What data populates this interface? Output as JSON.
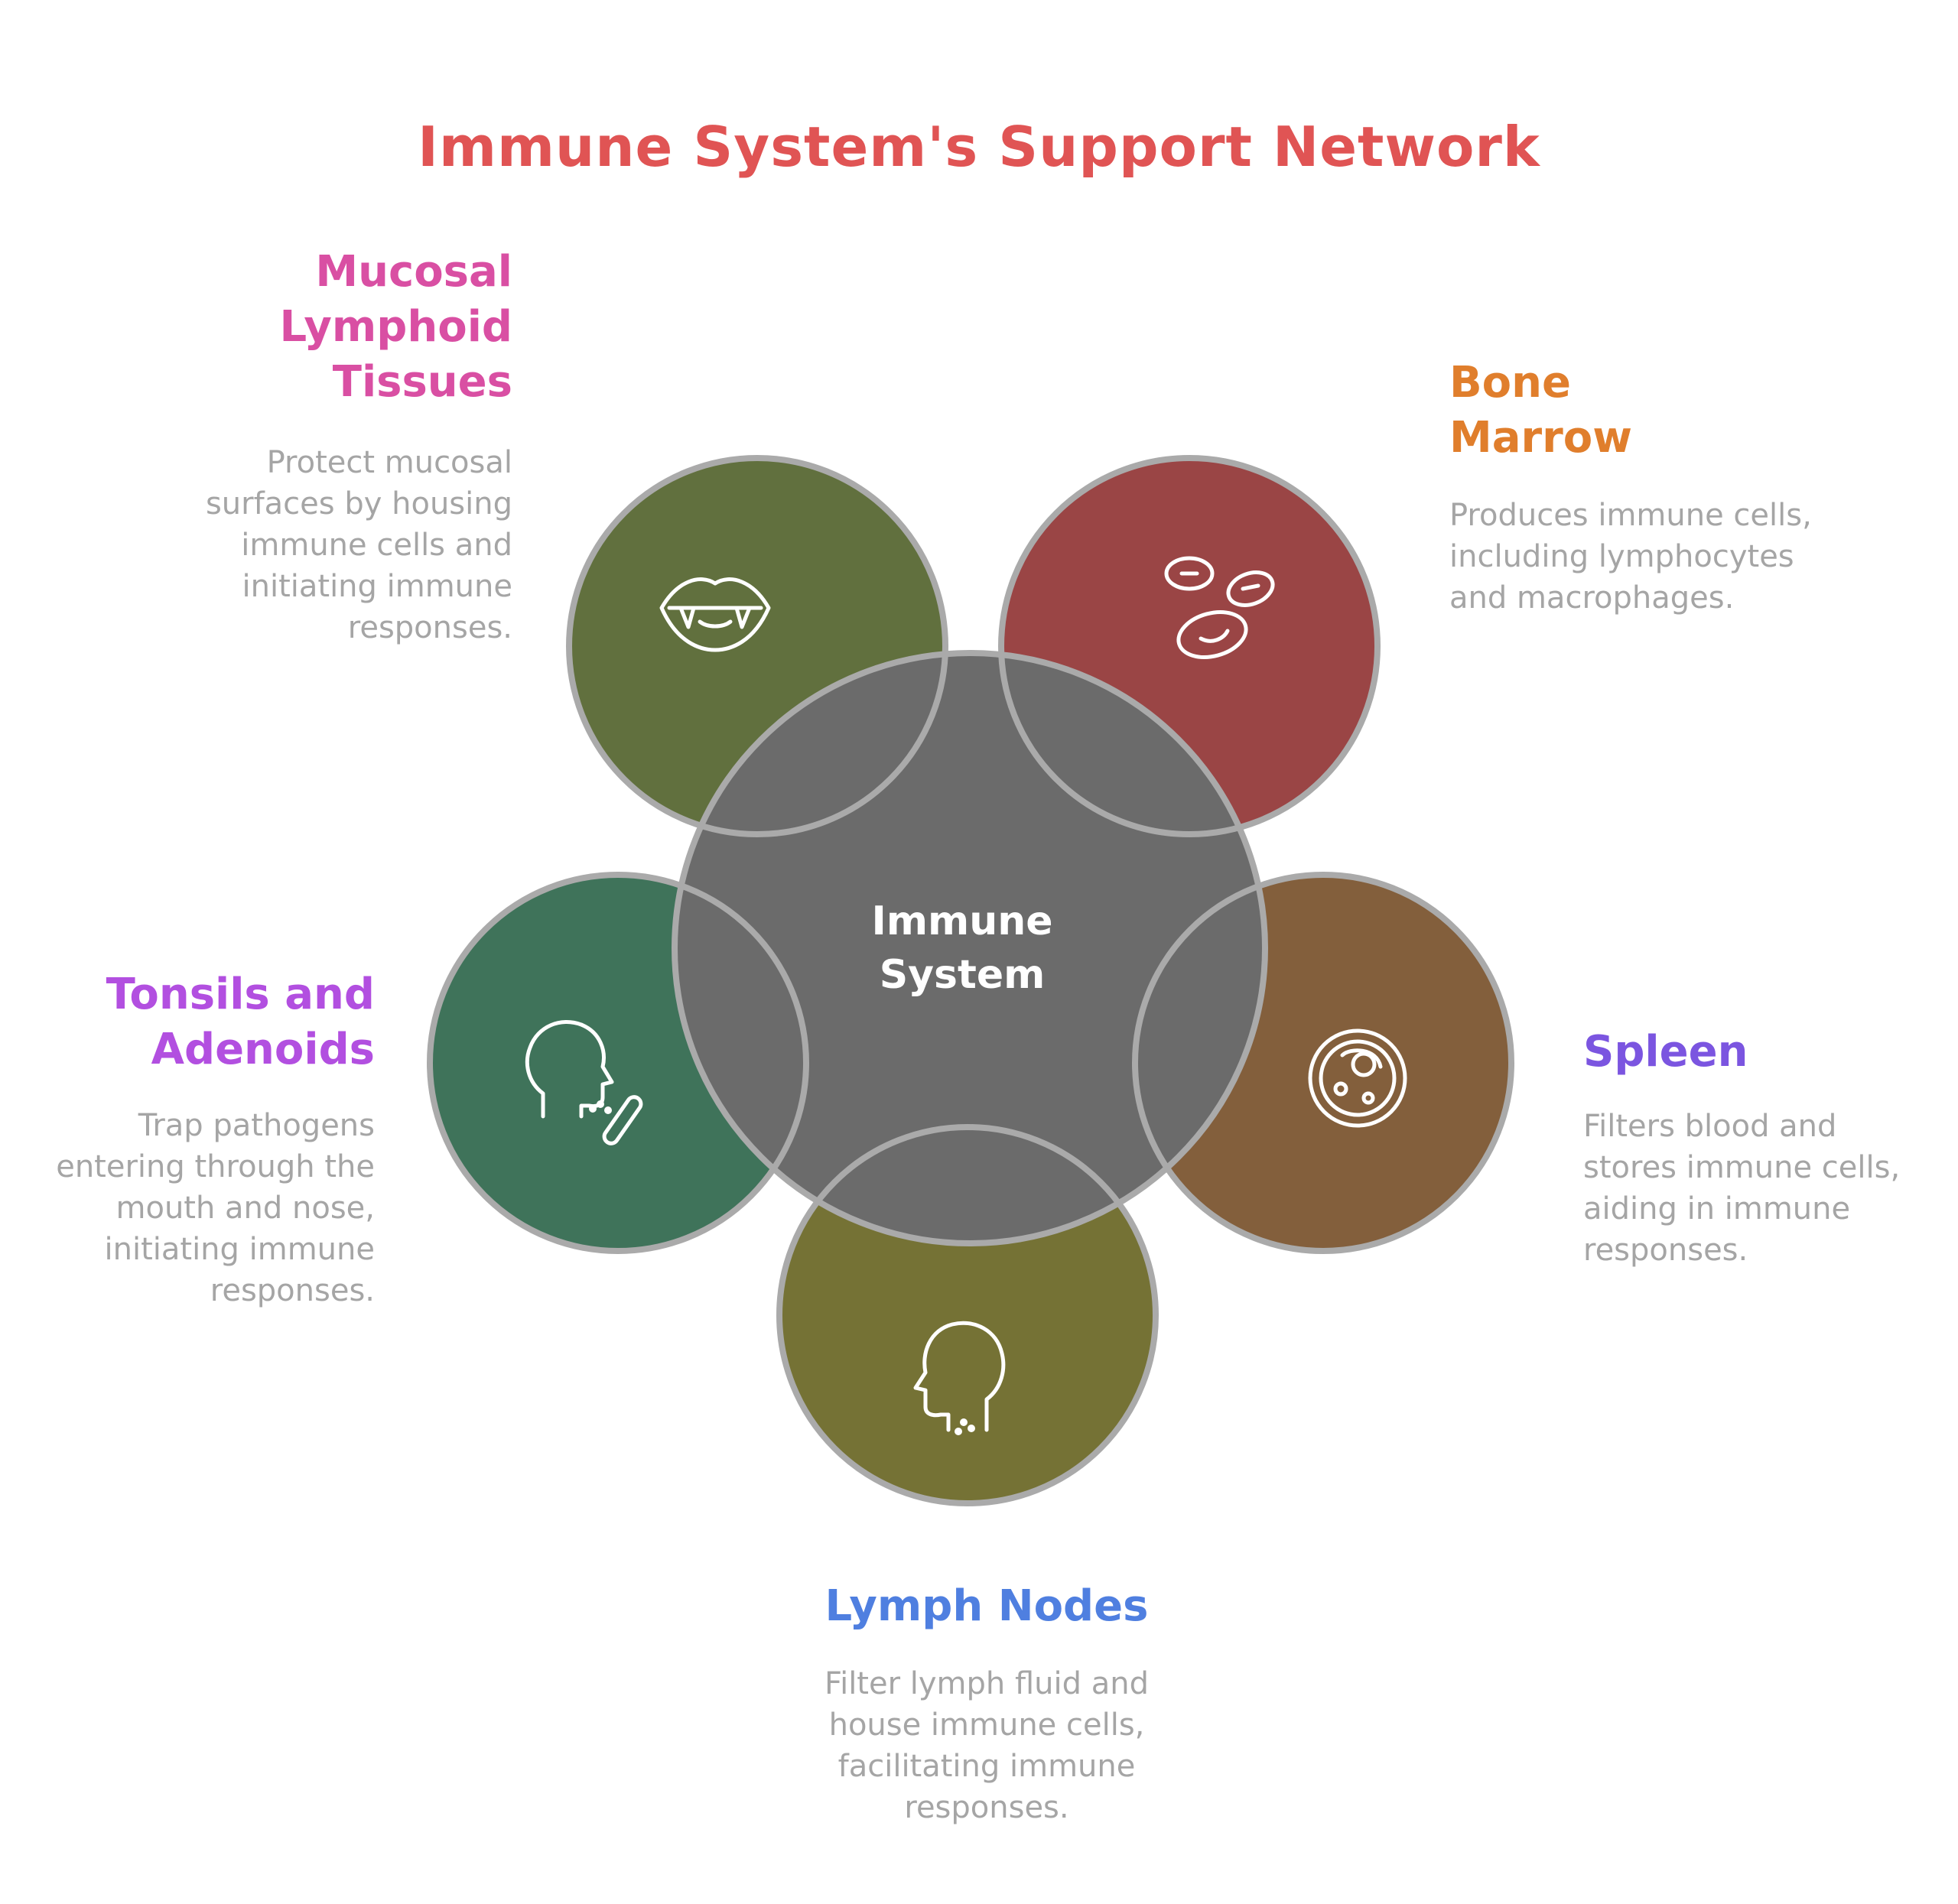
{
  "title": "Immune System's Support Network",
  "colors": {
    "title": "#e05454",
    "ring": "#aaaaaa",
    "center_fill": "#6b6b6b",
    "description": "#a5a5a5"
  },
  "center": {
    "line1": "Immune",
    "line2": "System"
  },
  "nodes": {
    "mucosal": {
      "title_lines": [
        "Mucosal",
        "Lymphoid",
        "Tissues"
      ],
      "description": "Protect mucosal surfaces by housing immune cells and initiating immune responses.",
      "title_color": "#d94fa3",
      "fill": "#61703e",
      "icon": "mouth-fangs-icon"
    },
    "bone_marrow": {
      "title_lines": [
        "Bone",
        "Marrow"
      ],
      "description": "Produces immune cells, including lymphocytes and macrophages.",
      "title_color": "#e07e2c",
      "fill": "#9a4545",
      "icon": "blood-cells-icon"
    },
    "spleen": {
      "title_lines": [
        "Spleen"
      ],
      "description": "Filters blood and stores immune cells, aiding in immune responses.",
      "title_color": "#7b55e0",
      "fill": "#835f3c",
      "icon": "petri-cell-icon"
    },
    "lymph_nodes": {
      "title_lines": [
        "Lymph Nodes"
      ],
      "description": "Filter lymph fluid and house immune cells, facilitating immune responses.",
      "title_color": "#4f7fe0",
      "fill": "#757235",
      "icon": "head-throat-icon"
    },
    "tonsils": {
      "title_lines": [
        "Tonsils and",
        "Adenoids"
      ],
      "description": "Trap pathogens entering through the mouth and nose, initiating immune responses.",
      "title_color": "#b24fe0",
      "fill": "#3f735a",
      "icon": "head-swab-icon"
    }
  }
}
